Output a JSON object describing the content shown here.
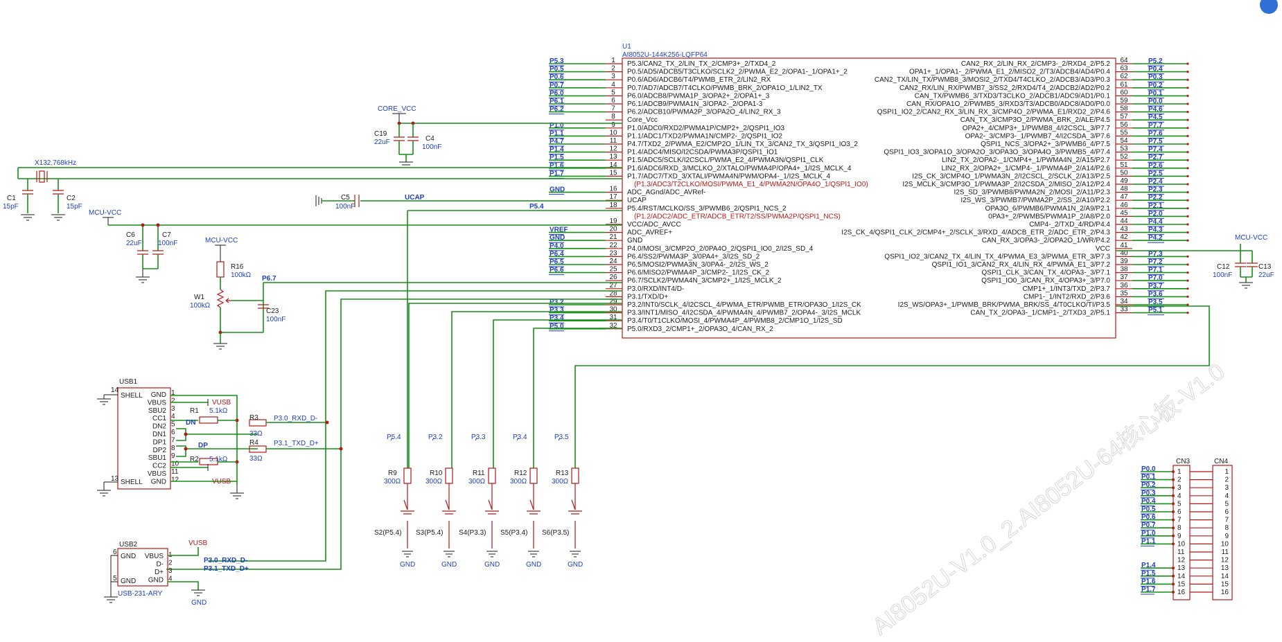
{
  "u1": {
    "ref": "U1",
    "part": "AI8052U-144K256-LQFP64",
    "left_pins": [
      {
        "num": "1",
        "name": "P5.3/CAN2_TX_2/LIN_TX_2/CMP3+_2/TXD4_2",
        "net": "P5.3",
        "red": false
      },
      {
        "num": "2",
        "name": "P0.5/AD5/ADCB5/T3CLKO/SCLK2_2/PWMA_E2_2/OPA1-_1/OPA1+_2",
        "net": "P0.5",
        "red": false
      },
      {
        "num": "3",
        "name": "P0.6/AD6/ADCB6/T4/PWMB_ETR_2/LIN2_RX",
        "net": "P0.6",
        "red": false
      },
      {
        "num": "4",
        "name": "P0.7/AD7/ADCB7/T4CLKO/PWMB_BRK_2/OPA1O_1/LIN2_TX",
        "net": "P0.7",
        "red": false
      },
      {
        "num": "5",
        "name": "P6.0/ADCB8/PWMA1P_3/OPA2+_2/OPA1+_3",
        "net": "P6.0",
        "red": false
      },
      {
        "num": "6",
        "name": "P6.1/ADCB9/PWMA1N_3/OPA2-_2/OPA1-3",
        "net": "P6.1",
        "red": false
      },
      {
        "num": "7",
        "name": "P6.2/ADCB10/PWMA2P_3/OPA2O_4/LIN2_RX_3",
        "net": "P6.2",
        "red": false
      },
      {
        "num": "8",
        "name": "Core_Vcc",
        "net": "",
        "red": false
      },
      {
        "num": "9",
        "name": "P1.0/ADC0/RXD2/PWMA1P/CMP2+_2/QSPI1_IO3",
        "net": "P1.0",
        "red": false
      },
      {
        "num": "10",
        "name": "P1.1/ADC1/TXD2/PWMA1N/CMP2-_2/QSPI1_IO2",
        "net": "P1.1",
        "red": false
      },
      {
        "num": "11",
        "name": "P4.7/TXD2_2/PWMA_E2/CMP2O_1/LIN_TX_3/CAN2_TX_3/QSPI1_IO3_2",
        "net": "P4.7",
        "red": false
      },
      {
        "num": "12",
        "name": "P1.4/ADC4/MISO/I2CSDA/PWMA3P/QSPI1_IO1",
        "net": "P1.4",
        "red": false
      },
      {
        "num": "13",
        "name": "P1.5/ADC5/SCLK/I2CSCL/PWMA_E2_4/PWMA3N/QSPI1_CLK",
        "net": "P1.5",
        "red": false
      },
      {
        "num": "14",
        "name": "P1.6/ADC6/RXD_3/MCLKO_2/XTALO/PWMA4P/OPA4+_1/I2S_MCLK_4",
        "net": "P1.6",
        "red": false
      },
      {
        "num": "15",
        "name": "P1.7/ADC7/TXD_3/XTALI/PWMA4N/PWM/OPA4-_1/I2S_MCLK_4",
        "net": "P1.7",
        "red": false
      },
      {
        "num": "",
        "name": "(P1.3/ADC3/T2CLKO/MOSI/PWMA_E1_4/PWMA2N/OPA4O_1/QSPI1_IO0)",
        "net": "",
        "red": true
      },
      {
        "num": "16",
        "name": "ADC_AGnd/ADC_AVRef-",
        "net": "GND",
        "red": false
      },
      {
        "num": "17",
        "name": "UCAP",
        "net": "",
        "red": false
      },
      {
        "num": "18",
        "name": "P5.4/RST/MCLKO/SS_3/PWMB6_2/QSPI1_NCS_2",
        "net": "",
        "red": false
      },
      {
        "num": "",
        "name": "(P1.2/ADC2/ADC_ETR/ADCB_ETR/T2/SS/PWMA2P/QSPI1_NCS)",
        "net": "",
        "red": true
      },
      {
        "num": "19",
        "name": "VCC/ADC_AVCC",
        "net": "",
        "red": false
      },
      {
        "num": "20",
        "name": "ADC_AVREF+",
        "net": "VREF",
        "red": false
      },
      {
        "num": "21",
        "name": "GND",
        "net": "GND",
        "red": false
      },
      {
        "num": "22",
        "name": "P4.0/MOSI_3/CMP2O_2/0PA4O_2/QSPI1_IO0_2/I2S_SD_4",
        "net": "P4.0",
        "red": false
      },
      {
        "num": "23",
        "name": "P6.4/SS2/PWMA3P_3/0PA4+_3/I2S_SD_2",
        "net": "P6.4",
        "red": false
      },
      {
        "num": "24",
        "name": "P6.5/MOSI2/PWMA3N_3/0PA4-_2/I2S_WS_2",
        "net": "P6.5",
        "red": false
      },
      {
        "num": "25",
        "name": "P6.6/MISO2/PWMA4P_3/CMP2-_1/I2S_CK_2",
        "net": "P6.6",
        "red": false
      },
      {
        "num": "26",
        "name": "P6.7/SCLK2/PWMA4N_3/CMP2+_1/I2S_MCLK_2",
        "net": "",
        "red": false
      },
      {
        "num": "27",
        "name": "P3.0/RXD/INT4/D-",
        "net": "",
        "red": false
      },
      {
        "num": "28",
        "name": "P3.1/TXD/D+",
        "net": "",
        "red": false
      },
      {
        "num": "29",
        "name": "P3.2/INT0/SCLK_4/I2CSCL_4/PWMA_ETR/PWMB_ETR/OPA3O_1/I2S_CK",
        "net": "P3.2",
        "red": false
      },
      {
        "num": "30",
        "name": "P3.3/INT1/MISO_4/I2CSDA_4/PWMA4N_4/PWMB7_2/OPA4-_3/I2S_MCLK",
        "net": "P3.3",
        "red": false
      },
      {
        "num": "31",
        "name": "P3.4/T0/T1CLKO/MOSI_4/PWMA4P_4/PWMB8_2/CMP1O_1/I2S_SD",
        "net": "P3.4",
        "red": false
      },
      {
        "num": "32",
        "name": "P5.0/RXD3_2/CMP1+_2/OPA3O_4/CAN_RX_2",
        "net": "P5.0",
        "red": false
      }
    ],
    "right_pins": [
      {
        "num": "64",
        "name": "CAN2_RX_2/LIN_RX_2/CMP3-_2/RXD4_2/P5.2",
        "net": "P5.2"
      },
      {
        "num": "63",
        "name": "OPA1+_1/OPA1-_2/PWMA_E1_2/MISO2_2/T3/ADCB4/AD4/P0.4",
        "net": "P0.4"
      },
      {
        "num": "62",
        "name": "CAN2_TX/LIN_TX/PWMB8_3/MOSI2_2/TXD4/T4CLKO_2/ADCB3/AD3/P0.3",
        "net": "P0.3"
      },
      {
        "num": "61",
        "name": "CAN2_RX/LIN_RX/PWMB7_3/SS2_2/RXD4/T4_2/ADCB2/AD2/P0.2",
        "net": "P0.2"
      },
      {
        "num": "60",
        "name": "CAN_TX/PWMB6_3/TXD3/T3CLKO_2/ADCB1/ADC9/AD1/P0.1",
        "net": "P0.1"
      },
      {
        "num": "59",
        "name": "CAN_RX/OPA1O_2/PWMB5_3/RXD3/T3/ADCB0/ADC8/AD0/P0.0",
        "net": "P0.0"
      },
      {
        "num": "58",
        "name": "QSPI1_IO2_2/CAN2_RX_3/LIN_RX_3/CMP4O_2/PWMA_E1/RXD2_2/P4.6",
        "net": "P4.6"
      },
      {
        "num": "57",
        "name": "CAN_TX_3/CMP3O_2/PWMA_BRK_2/ALE/P4.5",
        "net": "P4.5"
      },
      {
        "num": "56",
        "name": "OPA2+_4/CMP3+_1/PWMB8_4/I2CSCL_3/P7.7",
        "net": "P7.7"
      },
      {
        "num": "55",
        "name": "OPA2-_3/CMP3-_1/PWMB7_4/I2CSDA_3/P7.6",
        "net": "P7.6"
      },
      {
        "num": "54",
        "name": "QSPI1_NCS_3/OPA2+_3/PWMB6_4/P7.5",
        "net": "P7.5"
      },
      {
        "num": "53",
        "name": "QSPI1_IO3_3/OPA1O_3/OPA2O_3/OPA3O_3/OPA4O_3/PWMB5_4/P7.4",
        "net": "P7.4"
      },
      {
        "num": "52",
        "name": "LIN2_TX_2/OPA2-_1/CMP4+_1/PWMA4N_2/A15/P2.7",
        "net": "P2.7"
      },
      {
        "num": "51",
        "name": "LIN2_RX_2/OPA2+_1/CMP4-_1/PWMA4P_2/A14/P2.6",
        "net": "P2.6"
      },
      {
        "num": "50",
        "name": "I2S_CK_3/CMP4O_1/PWMA3N_2/I2CSCL_2/SCLK_2/A13/P2.5",
        "net": "P2.5"
      },
      {
        "num": "49",
        "name": "I2S_MCLK_3/CMP3O_1/PWMA3P_2/I2CSDA_2/MISO_2/A12/P2.4",
        "net": "P2.4"
      },
      {
        "num": "48",
        "name": "I2S_SD_3/PWMB8/PWMA2N_2/MOSI_2/A11/P2.3",
        "net": "P2.3"
      },
      {
        "num": "47",
        "name": "I2S_WS_3/PWMB7/PWMA2P_2/SS_2/A10/P2.2",
        "net": "P2.2"
      },
      {
        "num": "46",
        "name": "OPA3O_6/PWMB6/PWMA1N_2/A9/P2.1",
        "net": "P2.1"
      },
      {
        "num": "45",
        "name": "0PA3+_2/PWMB5/PWMA1P_2/A8/P2.0",
        "net": "P2.0"
      },
      {
        "num": "44",
        "name": "CMP4-_2/TXD_4/RD/P4.4",
        "net": "P4.4"
      },
      {
        "num": "43",
        "name": "I2S_CK_4/QSPI1_CLK_2/CMP4+_2/SCLK_3/RXD_4/ADCB_ETR_2/ADC_ETR_2/P4.3",
        "net": "P4.3"
      },
      {
        "num": "42",
        "name": "CAN_RX_3/OPA3-_2/OPA2O_1/WR/P4.2",
        "net": "P4.2"
      },
      {
        "num": "41",
        "name": "VCC",
        "net": ""
      },
      {
        "num": "40",
        "name": "QSPI1_IO2_3/CAN2_TX_4/LIN_TX_4/PWMA_E3_3/PWMA_ETR_3/P7.3",
        "net": "P7.3"
      },
      {
        "num": "39",
        "name": "QSPI1_IO1_3/CAN2_RX_4/LIN_RX_4/PWMA_E1_3/P7.2",
        "net": "P7.2"
      },
      {
        "num": "38",
        "name": "QSPI1_CLK_3/CAN_TX_4/OPA3-_3/P7.1",
        "net": "P7.1"
      },
      {
        "num": "37",
        "name": "QSPI1_IO0_3/CAN_RX_4/OPA3+_3/P7.0",
        "net": "P7.0"
      },
      {
        "num": "36",
        "name": "CMP1+_1/INT3/TXD_2/P3.7",
        "net": "P3.7"
      },
      {
        "num": "35",
        "name": "CMP1-_1/INT2/RXD_2/P3.6",
        "net": "P3.6"
      },
      {
        "num": "34",
        "name": "I2S_WS/OPA3+_1/PWMB_BRK/PWMA_BRK/SS_4/T0CLKO/TI/P3.5",
        "net": "P3.5"
      },
      {
        "num": "33",
        "name": "CAN_TX_2/OPA3-_1/CMP1-_2/TXD3_2/P5.1",
        "net": "P5.1"
      }
    ]
  },
  "net_labels": {
    "core_vcc": "CORE_VCC",
    "mcu_vcc": "MCU-VCC",
    "ucap": "UCAP",
    "p54": "P5.4",
    "p67": "P6.7",
    "p30": "P3.0_RXD_D-",
    "p31": "P3.1_TXD_D+",
    "dn": "DN",
    "dp": "DP",
    "vusb": "VUSB",
    "gnd": "GND"
  },
  "passives": {
    "c19": {
      "ref": "C19",
      "val": "22uF"
    },
    "c4": {
      "ref": "C4",
      "val": "100nF"
    },
    "c5": {
      "ref": "C5",
      "val": "100nF"
    },
    "x1": {
      "ref": "X1",
      "val": "32.768kHz"
    },
    "c1": {
      "ref": "C1",
      "val": "15pF"
    },
    "c2": {
      "ref": "C2",
      "val": "15pF"
    },
    "c6": {
      "ref": "C6",
      "val": "22uF"
    },
    "c7": {
      "ref": "C7",
      "val": "100nF"
    },
    "r16": {
      "ref": "R16",
      "val": "100kΩ"
    },
    "w1": {
      "ref": "W1",
      "val": "100kΩ"
    },
    "c23": {
      "ref": "C23",
      "val": "100nF"
    },
    "c12": {
      "ref": "C12",
      "val": "100nF"
    },
    "c13": {
      "ref": "C13",
      "val": "22uF"
    },
    "r1": {
      "ref": "R1",
      "val": "5.1kΩ"
    },
    "r2": {
      "ref": "R2",
      "val": "5.1kΩ"
    },
    "r3": {
      "ref": "R3",
      "val": "33Ω"
    },
    "r4": {
      "ref": "R4",
      "val": "33Ω"
    }
  },
  "leds": [
    {
      "net": "P5.4",
      "ref": "R9",
      "val": "300Ω",
      "sw": "S2(P5.4)"
    },
    {
      "net": "P3.2",
      "ref": "R10",
      "val": "300Ω",
      "sw": "S3(P5.4)"
    },
    {
      "net": "P3.3",
      "ref": "R11",
      "val": "300Ω",
      "sw": "S4(P3.3)"
    },
    {
      "net": "P3.4",
      "ref": "R12",
      "val": "300Ω",
      "sw": "S5(P3.4)"
    },
    {
      "net": "P3.5",
      "ref": "R13",
      "val": "300Ω",
      "sw": "S6(P3.5)"
    }
  ],
  "usb1": {
    "ref": "USB1",
    "left": [
      {
        "num": "14",
        "name": "SHELL"
      },
      {
        "num": "13",
        "name": "SHELL"
      }
    ],
    "pins": [
      {
        "num": "1",
        "name": "GND"
      },
      {
        "num": "2",
        "name": "VBUS"
      },
      {
        "num": "3",
        "name": "SBU2"
      },
      {
        "num": "4",
        "name": "CC1"
      },
      {
        "num": "5",
        "name": "DN2"
      },
      {
        "num": "6",
        "name": "DN1"
      },
      {
        "num": "7",
        "name": "DP1"
      },
      {
        "num": "8",
        "name": "DP2"
      },
      {
        "num": "9",
        "name": "SBU1"
      },
      {
        "num": "10",
        "name": "CC2"
      },
      {
        "num": "11",
        "name": "VBUS"
      },
      {
        "num": "12",
        "name": "GND"
      }
    ]
  },
  "usb2": {
    "ref": "USB2",
    "part": "USB-231-ARY",
    "left": [
      {
        "num": "6",
        "name": "GND"
      },
      {
        "num": "5",
        "name": "GND"
      }
    ],
    "right": [
      {
        "num": "1",
        "name": "VBUS"
      },
      {
        "num": "2",
        "name": "D-"
      },
      {
        "num": "3",
        "name": "D+"
      },
      {
        "num": "4",
        "name": "GND"
      }
    ]
  },
  "cn3": {
    "ref": "CN3",
    "nets": [
      "P0.0",
      "P0.1",
      "P0.2",
      "P0.3",
      "P0.4",
      "P0.5",
      "P0.6",
      "P0.7",
      "P1.0",
      "P1.1",
      "",
      "",
      "P1.4",
      "P1.5",
      "P1.6",
      "P1.7"
    ]
  },
  "cn4": {
    "ref": "CN4"
  },
  "watermark": "AI8052U-V1.0_2.AI8052U-64核心板-V1.0"
}
